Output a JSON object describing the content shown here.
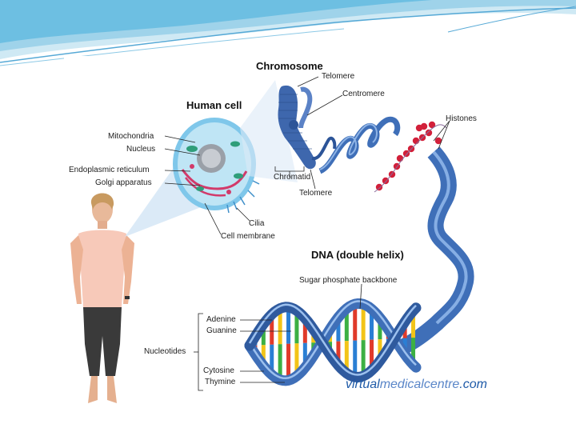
{
  "diagram": {
    "title_chromosome": "Chromosome",
    "title_cell": "Human cell",
    "title_dna": "DNA (double helix)",
    "labels": {
      "telomere_top": "Telomere",
      "centromere": "Centromere",
      "histones": "Histones",
      "chromatid": "Chromatid",
      "telomere_bottom": "Telomere",
      "mitochondria": "Mitochondria",
      "nucleus": "Nucleus",
      "er": "Endoplasmic reticulum",
      "golgi": "Golgi apparatus",
      "cilia": "Cilia",
      "membrane": "Cell membrane",
      "backbone": "Sugar phosphate backbone",
      "adenine": "Adenine",
      "guanine": "Guanine",
      "nucleotides": "Nucleotides",
      "cytosine": "Cytosine",
      "thymine": "Thymine"
    },
    "watermark_a": "virtual",
    "watermark_b": "medicalcentre",
    "watermark_c": ".com"
  },
  "colors": {
    "adenine": "#2a7fd4",
    "guanine": "#f2c418",
    "cytosine": "#3cb043",
    "thymine": "#e03a2a",
    "helix": "#3f6fb8",
    "cell": "#4fb3e0",
    "histone": "#d2203a"
  }
}
